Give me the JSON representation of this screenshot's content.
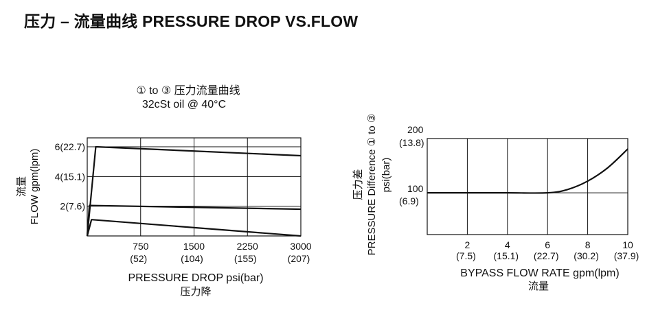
{
  "page": {
    "title": "压力 – 流量曲线 PRESSURE DROP VS.FLOW"
  },
  "chart_data": [
    {
      "type": "line",
      "title": "① to ③ 压力流量曲线",
      "subtitle": "32cSt  oil @ 40°C",
      "xlabel": "PRESSURE DROP psi(bar)",
      "xlabel_cn": "压力降",
      "ylabel": "FLOW gpm(lpm)",
      "ylabel_cn": "流量",
      "xlim": [
        0,
        3000
      ],
      "ylim": [
        0,
        6.6
      ],
      "grid": true,
      "x_ticks": [
        {
          "value": 750,
          "label": "750",
          "sublabel": "(52)"
        },
        {
          "value": 1500,
          "label": "1500",
          "sublabel": "(104)"
        },
        {
          "value": 2250,
          "label": "2250",
          "sublabel": "(155)"
        },
        {
          "value": 3000,
          "label": "3000",
          "sublabel": "(207)"
        }
      ],
      "y_ticks": [
        {
          "value": 2,
          "label": "2(7.6)"
        },
        {
          "value": 4,
          "label": "4(15.1)"
        },
        {
          "value": 6,
          "label": "6(22.7)"
        }
      ],
      "series": [
        {
          "x": [
            0,
            120,
            3000
          ],
          "y": [
            0,
            6.0,
            5.4
          ]
        },
        {
          "x": [
            0,
            30,
            3000
          ],
          "y": [
            0,
            2.05,
            1.8
          ]
        },
        {
          "x": [
            0,
            60,
            3000
          ],
          "y": [
            0,
            1.1,
            0.0
          ]
        }
      ]
    },
    {
      "type": "line",
      "title": "",
      "xlabel": "BYPASS FLOW  RATE gpm(lpm)",
      "xlabel_cn": "流量",
      "ylabel": "PRESSURE Difference ① to ③",
      "ylabel_cn": "压力差",
      "ylabel_unit": "psi(bar)",
      "xlim": [
        0,
        10
      ],
      "ylim": [
        0,
        230
      ],
      "grid": true,
      "x_ticks": [
        {
          "value": 2,
          "label": "2",
          "sublabel": "(7.5)"
        },
        {
          "value": 4,
          "label": "4",
          "sublabel": "(15.1)"
        },
        {
          "value": 6,
          "label": "6",
          "sublabel": "(22.7)"
        },
        {
          "value": 8,
          "label": "8",
          "sublabel": "(30.2)"
        },
        {
          "value": 10,
          "label": "10",
          "sublabel": "(37.9)"
        }
      ],
      "y_ticks": [
        {
          "value": 100,
          "label": "100",
          "sublabel": "(6.9)"
        },
        {
          "value": 200,
          "label": "200",
          "sublabel": "(13.8)"
        }
      ],
      "series": [
        {
          "x": [
            0,
            2,
            4,
            6,
            7,
            8,
            9,
            10
          ],
          "y": [
            100,
            100,
            100,
            100,
            108,
            128,
            160,
            205
          ]
        }
      ]
    }
  ]
}
